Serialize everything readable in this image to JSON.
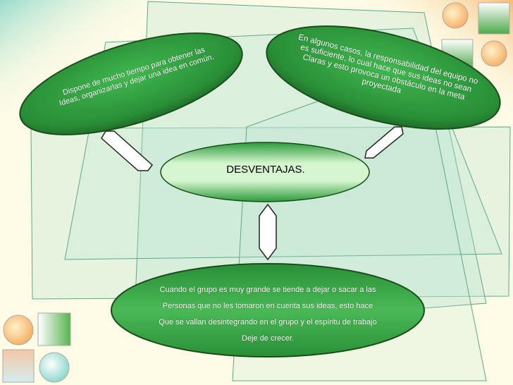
{
  "diagram": {
    "center": {
      "label": "DESVENTAJAS."
    },
    "top_left": {
      "lines": [
        "Dispone de mucho tiempo para obtener las",
        "Ideas, organizarlas y dejar una idea en común."
      ]
    },
    "top_right": {
      "lines": [
        "En algunos casos, la responsabilidad del equipo no",
        "es suficiente, lo cual hace que sus ideas no sean",
        "Claras y esto provoca un obstáculo en la meta",
        "proyectada"
      ]
    },
    "bottom": {
      "lines": [
        "Cuando el grupo es muy grande  se tiende a dejar o sacar a las",
        "Personas que no les tomaron en cuenta sus ideas, esto hace",
        "Que se vallan desintegrando en el grupo y el espíritu de trabajo",
        "Deje de crecer."
      ]
    }
  },
  "colors": {
    "background": "#fdfbe6",
    "ellipse_green": "#2e9b3e",
    "ellipse_light": "#c9f0c2",
    "square_overlay": "#b8e4d0",
    "corner_orange": "#f7b56a",
    "corner_teal": "#7fd3c6"
  }
}
